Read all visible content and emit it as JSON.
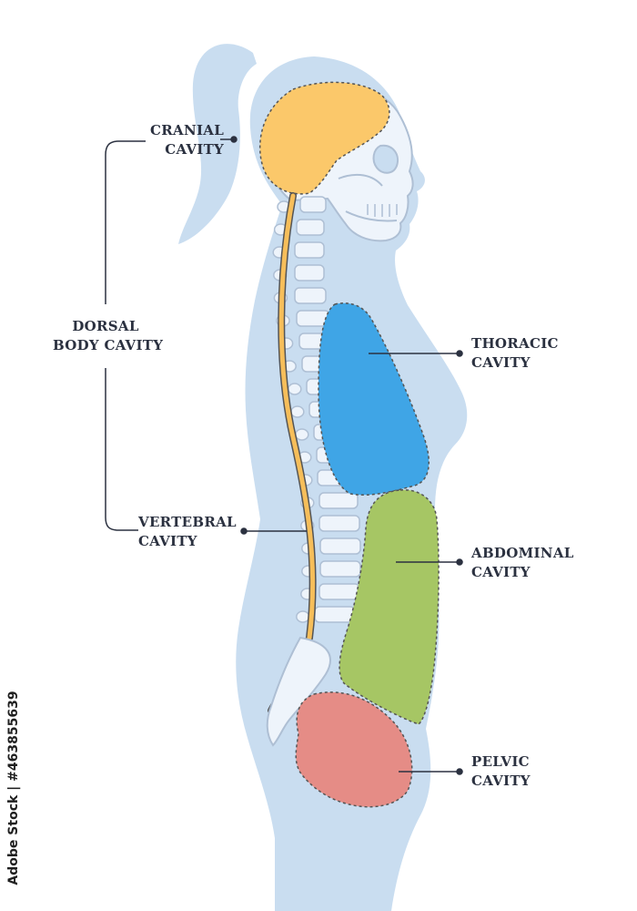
{
  "labels": {
    "cranial": {
      "line1": "CRANIAL",
      "line2": "CAVITY"
    },
    "dorsal": {
      "line1": "DORSAL",
      "line2": "BODY CAVITY"
    },
    "vertebral": {
      "line1": "VERTEBRAL",
      "line2": "CAVITY"
    },
    "thoracic": {
      "line1": "THORACIC",
      "line2": "CAVITY"
    },
    "abdominal": {
      "line1": "ABDOMINAL",
      "line2": "CAVITY"
    },
    "pelvic": {
      "line1": "PELVIC",
      "line2": "CAVITY"
    }
  },
  "stock_id": "Adobe Stock | #463855639",
  "colors": {
    "silhouette": "#c9ddf0",
    "bone": "#eef4fb",
    "bone_outline": "#aebfd4",
    "cranial": "#fbc86a",
    "spinal_cord": "#f6be5a",
    "thoracic": "#3fa5e6",
    "abdominal": "#a6c664",
    "pelvic": "#e58c86",
    "leader_line": "#2b3140"
  }
}
